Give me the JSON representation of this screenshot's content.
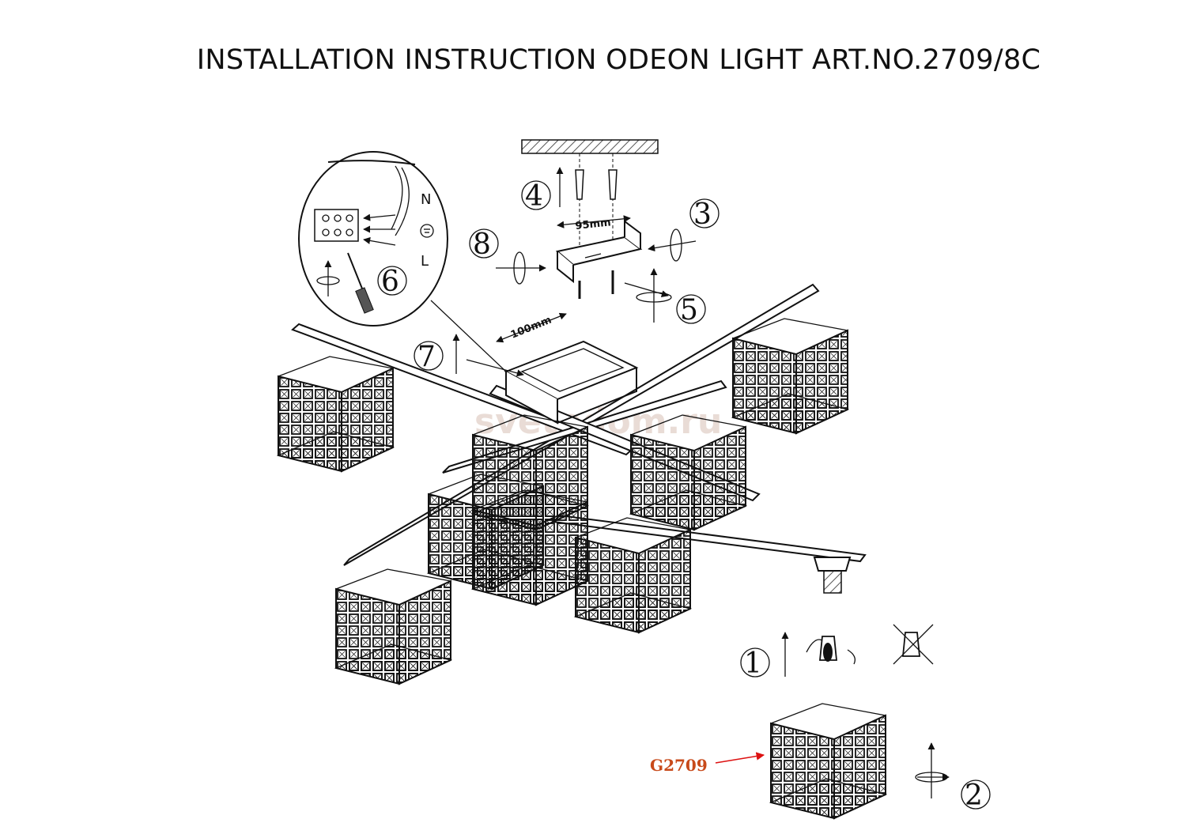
{
  "title": "INSTALLATION INSTRUCTION ODEON LIGHT ART.NO.2709/8C",
  "steps": [
    "1",
    "2",
    "3",
    "4",
    "5",
    "6",
    "7",
    "8"
  ],
  "dimensions": {
    "bracket": "95mm",
    "offset": "100mm"
  },
  "wiring_labels": {
    "neutral": "N",
    "live": "L"
  },
  "part_code": "G2709",
  "watermark": "svetodom.ru",
  "colors": {
    "line": "#111111",
    "part_code": "#c84a1a",
    "watermark": "#e9dcd6"
  }
}
